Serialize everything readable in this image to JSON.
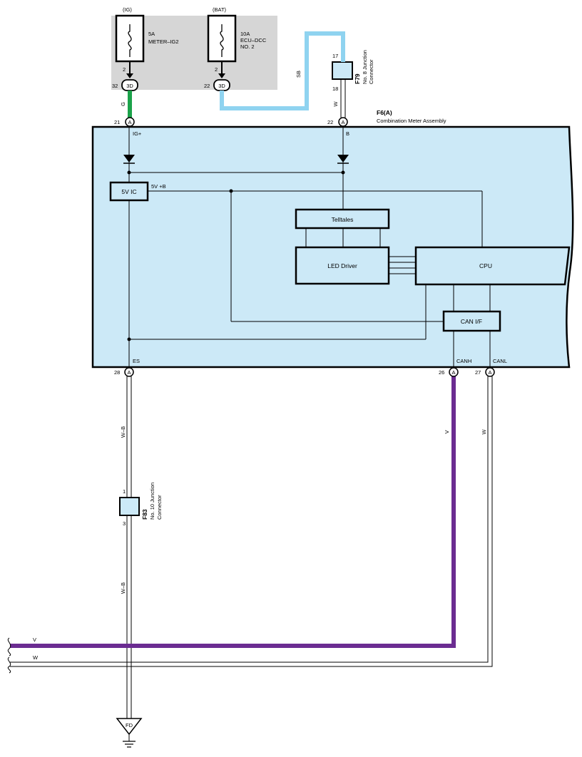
{
  "fuse_box": {
    "fuse1": {
      "supply": "(IG)",
      "rating": "5A",
      "name": "METER–IG2",
      "pin": "2",
      "conn_pin": "32",
      "conn_code": "3D"
    },
    "fuse2": {
      "supply": "(BAT)",
      "rating": "10A",
      "name_line1": "ECU–DCC",
      "name_line2": "NO. 2",
      "pin": "2",
      "conn_pin": "22",
      "conn_code": "3D"
    }
  },
  "wire_colors": {
    "ig_wire": "G",
    "bat_wire": "SB",
    "b_wire": "W",
    "es_wire": "W–B",
    "es_wire_lower": "W–B",
    "canh_wire": "V",
    "canl_wire": "W",
    "bus_v": "V",
    "bus_w": "W"
  },
  "junction_f79": {
    "code": "F79",
    "line1": "No. 8 Junction",
    "line2": "Connector",
    "pin_top": "17",
    "pin_bottom": "18"
  },
  "junction_f83": {
    "code": "F83",
    "line1": "No. 10 Junction",
    "line2": "Connector",
    "pin_top": "1",
    "pin_bottom": "3"
  },
  "meter": {
    "code": "F6(A)",
    "name": "Combination Meter Assembly",
    "connector": "A",
    "pins": {
      "ig": {
        "num": "21",
        "label": "IG+"
      },
      "b": {
        "num": "22",
        "label": "B"
      },
      "es": {
        "num": "28",
        "label": "ES"
      },
      "canh": {
        "num": "26",
        "label": "CANH"
      },
      "canl": {
        "num": "27",
        "label": "CANL"
      }
    },
    "blocks": {
      "ic": "5V IC",
      "ic_out": "5V +B",
      "telltales": "Telltales",
      "led_driver": "LED Driver",
      "cpu": "CPU",
      "can_if": "CAN I/F"
    }
  },
  "ground": {
    "code": "FD"
  },
  "colors": {
    "sb": "#8fd3f0",
    "green": "#1ba24a",
    "violet": "#6b2c91",
    "meter_fill": "#cce9f7",
    "fuse_box_fill": "#d6d6d6"
  }
}
